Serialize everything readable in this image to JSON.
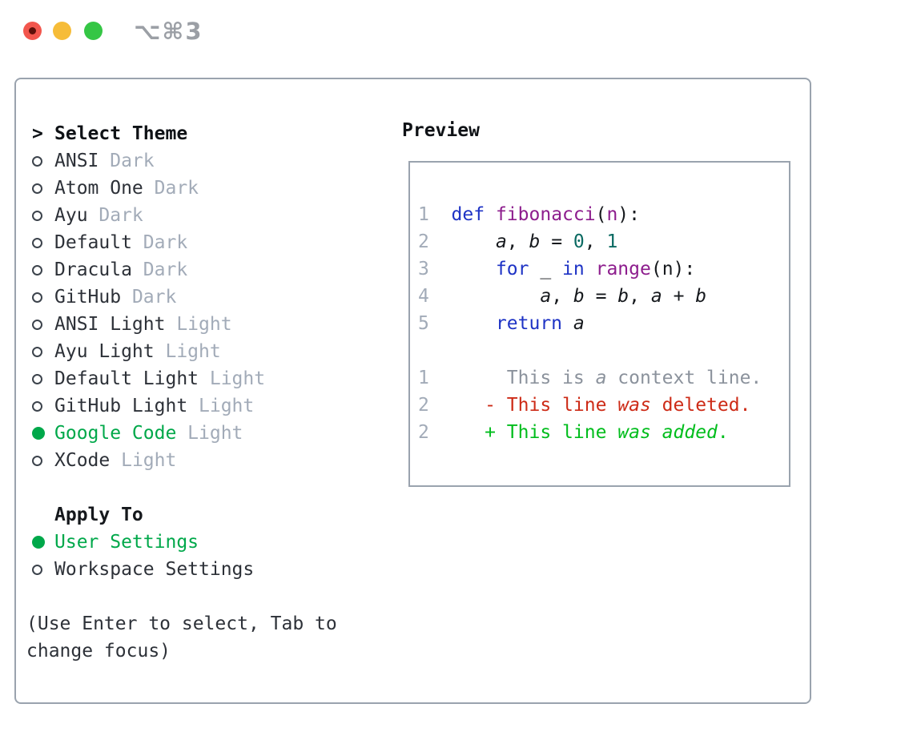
{
  "window": {
    "title": "⌥⌘3"
  },
  "colors": {
    "traffic_red": "#f2564d",
    "traffic_red_dot": "#5e100a",
    "traffic_yellow": "#f6bc38",
    "traffic_green": "#35c645",
    "panel_border": "#9aa3ae",
    "text": "#2d3138",
    "heading": "#0f1216",
    "muted": "#a2abb8",
    "accent_green": "#00a84a",
    "plain": "#16191d",
    "kw": "#1e33c5",
    "fn": "#8d1d8d",
    "num": "#0b6a62",
    "ctx": "#8b929c",
    "del": "#cd2b17",
    "add": "#00bd1c"
  },
  "theme_list": {
    "cursor": ">",
    "header": "Select Theme",
    "items": [
      {
        "name": "ANSI",
        "tag": "Dark",
        "selected": false
      },
      {
        "name": "Atom One",
        "tag": "Dark",
        "selected": false
      },
      {
        "name": "Ayu",
        "tag": "Dark",
        "selected": false
      },
      {
        "name": "Default",
        "tag": "Dark",
        "selected": false
      },
      {
        "name": "Dracula",
        "tag": "Dark",
        "selected": false
      },
      {
        "name": "GitHub",
        "tag": "Dark",
        "selected": false
      },
      {
        "name": "ANSI Light",
        "tag": "Light",
        "selected": false
      },
      {
        "name": "Ayu Light",
        "tag": "Light",
        "selected": false
      },
      {
        "name": "Default Light",
        "tag": "Light",
        "selected": false
      },
      {
        "name": "GitHub Light",
        "tag": "Light",
        "selected": false
      },
      {
        "name": "Google Code",
        "tag": "Light",
        "selected": true
      },
      {
        "name": "XCode",
        "tag": "Light",
        "selected": false
      }
    ]
  },
  "apply_to": {
    "header": "Apply To",
    "items": [
      {
        "label": "User Settings",
        "selected": true
      },
      {
        "label": "Workspace Settings",
        "selected": false
      }
    ]
  },
  "hint": "(Use Enter to select, Tab to change focus)",
  "preview": {
    "header": "Preview",
    "lines": [
      {
        "n": "1",
        "segs": [
          {
            "t": "  "
          },
          {
            "t": "def",
            "c": "kw"
          },
          {
            "t": " "
          },
          {
            "t": "fibonacci",
            "c": "fn"
          },
          {
            "t": "("
          },
          {
            "t": "n",
            "c": "fn"
          },
          {
            "t": "):"
          }
        ]
      },
      {
        "n": "2",
        "segs": [
          {
            "t": "      "
          },
          {
            "t": "a",
            "i": true
          },
          {
            "t": ", "
          },
          {
            "t": "b",
            "i": true
          },
          {
            "t": " = "
          },
          {
            "t": "0",
            "c": "num"
          },
          {
            "t": ", "
          },
          {
            "t": "1",
            "c": "num"
          }
        ]
      },
      {
        "n": "3",
        "segs": [
          {
            "t": "      "
          },
          {
            "t": "for",
            "c": "kw"
          },
          {
            "t": " _ "
          },
          {
            "t": "in",
            "c": "kw"
          },
          {
            "t": " "
          },
          {
            "t": "range",
            "c": "fn"
          },
          {
            "t": "(n):"
          }
        ]
      },
      {
        "n": "4",
        "segs": [
          {
            "t": "          "
          },
          {
            "t": "a",
            "i": true
          },
          {
            "t": ", "
          },
          {
            "t": "b",
            "i": true
          },
          {
            "t": " = "
          },
          {
            "t": "b",
            "i": true
          },
          {
            "t": ", "
          },
          {
            "t": "a",
            "i": true
          },
          {
            "t": " + "
          },
          {
            "t": "b",
            "i": true
          }
        ]
      },
      {
        "n": "5",
        "segs": [
          {
            "t": "      "
          },
          {
            "t": "return",
            "c": "kw"
          },
          {
            "t": " "
          },
          {
            "t": "a",
            "i": true
          }
        ]
      },
      {
        "n": "",
        "segs": []
      },
      {
        "n": "1",
        "segs": [
          {
            "t": "       "
          },
          {
            "t": "This is ",
            "c": "ctx"
          },
          {
            "t": "a",
            "c": "ctx",
            "i": true
          },
          {
            "t": " context line.",
            "c": "ctx"
          }
        ]
      },
      {
        "n": "2",
        "segs": [
          {
            "t": "     "
          },
          {
            "t": "- This line ",
            "c": "del"
          },
          {
            "t": "was",
            "c": "del",
            "i": true
          },
          {
            "t": " deleted.",
            "c": "del"
          }
        ]
      },
      {
        "n": "2",
        "segs": [
          {
            "t": "     "
          },
          {
            "t": "+ This line ",
            "c": "add"
          },
          {
            "t": "was",
            "c": "add",
            "i": true
          },
          {
            "t": " ",
            "c": "add"
          },
          {
            "t": "added",
            "c": "add",
            "i": true
          },
          {
            "t": ".",
            "c": "add"
          }
        ]
      }
    ]
  }
}
